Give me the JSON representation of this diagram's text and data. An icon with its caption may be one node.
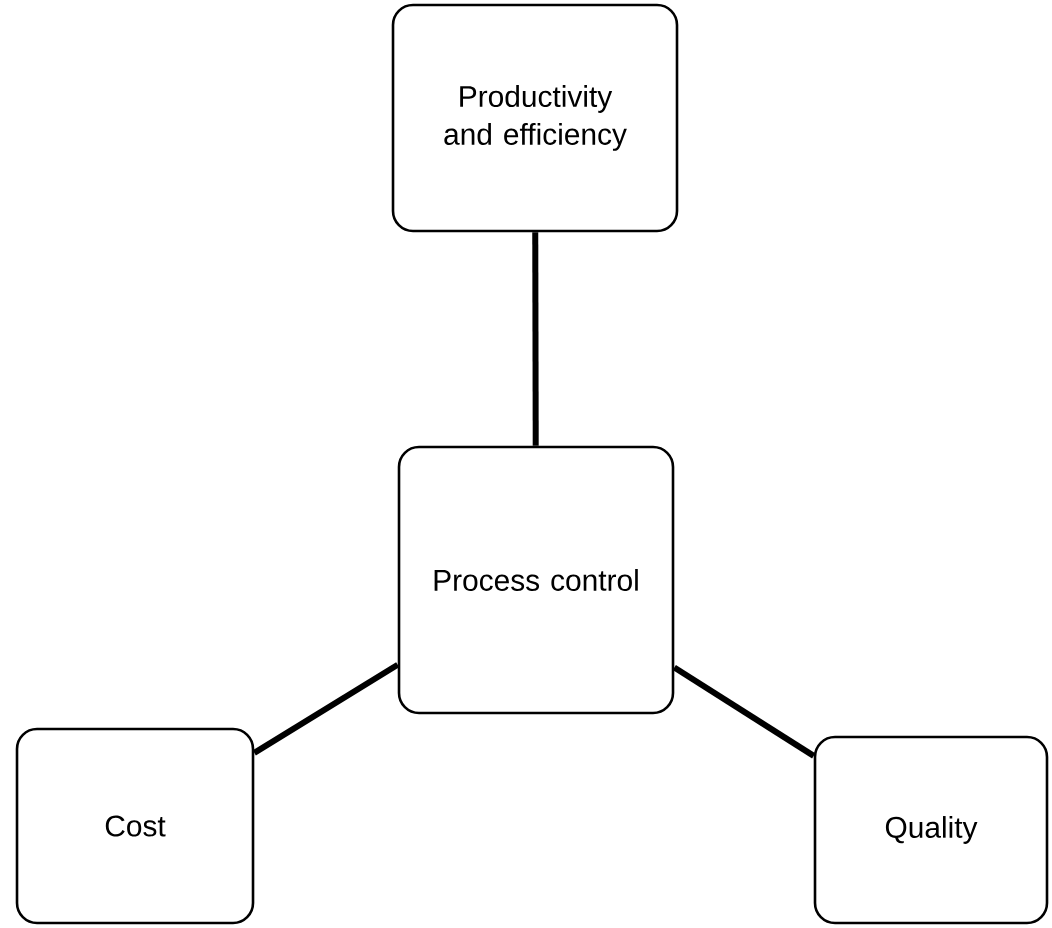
{
  "diagram": {
    "nodes": [
      {
        "text": [
          "Productivity and efficiency"
        ]
      },
      {
        "text": [
          "Process control"
        ]
      },
      {
        "text": [
          "Cost"
        ]
      },
      {
        "text": [
          "Quality"
        ]
      }
    ],
    "edges": [
      {
        "from": 1,
        "to": 0,
        "arrow": "none"
      },
      {
        "from": 1,
        "to": 2,
        "arrow": "none"
      },
      {
        "from": 1,
        "to": 3,
        "arrow": "none"
      }
    ]
  }
}
